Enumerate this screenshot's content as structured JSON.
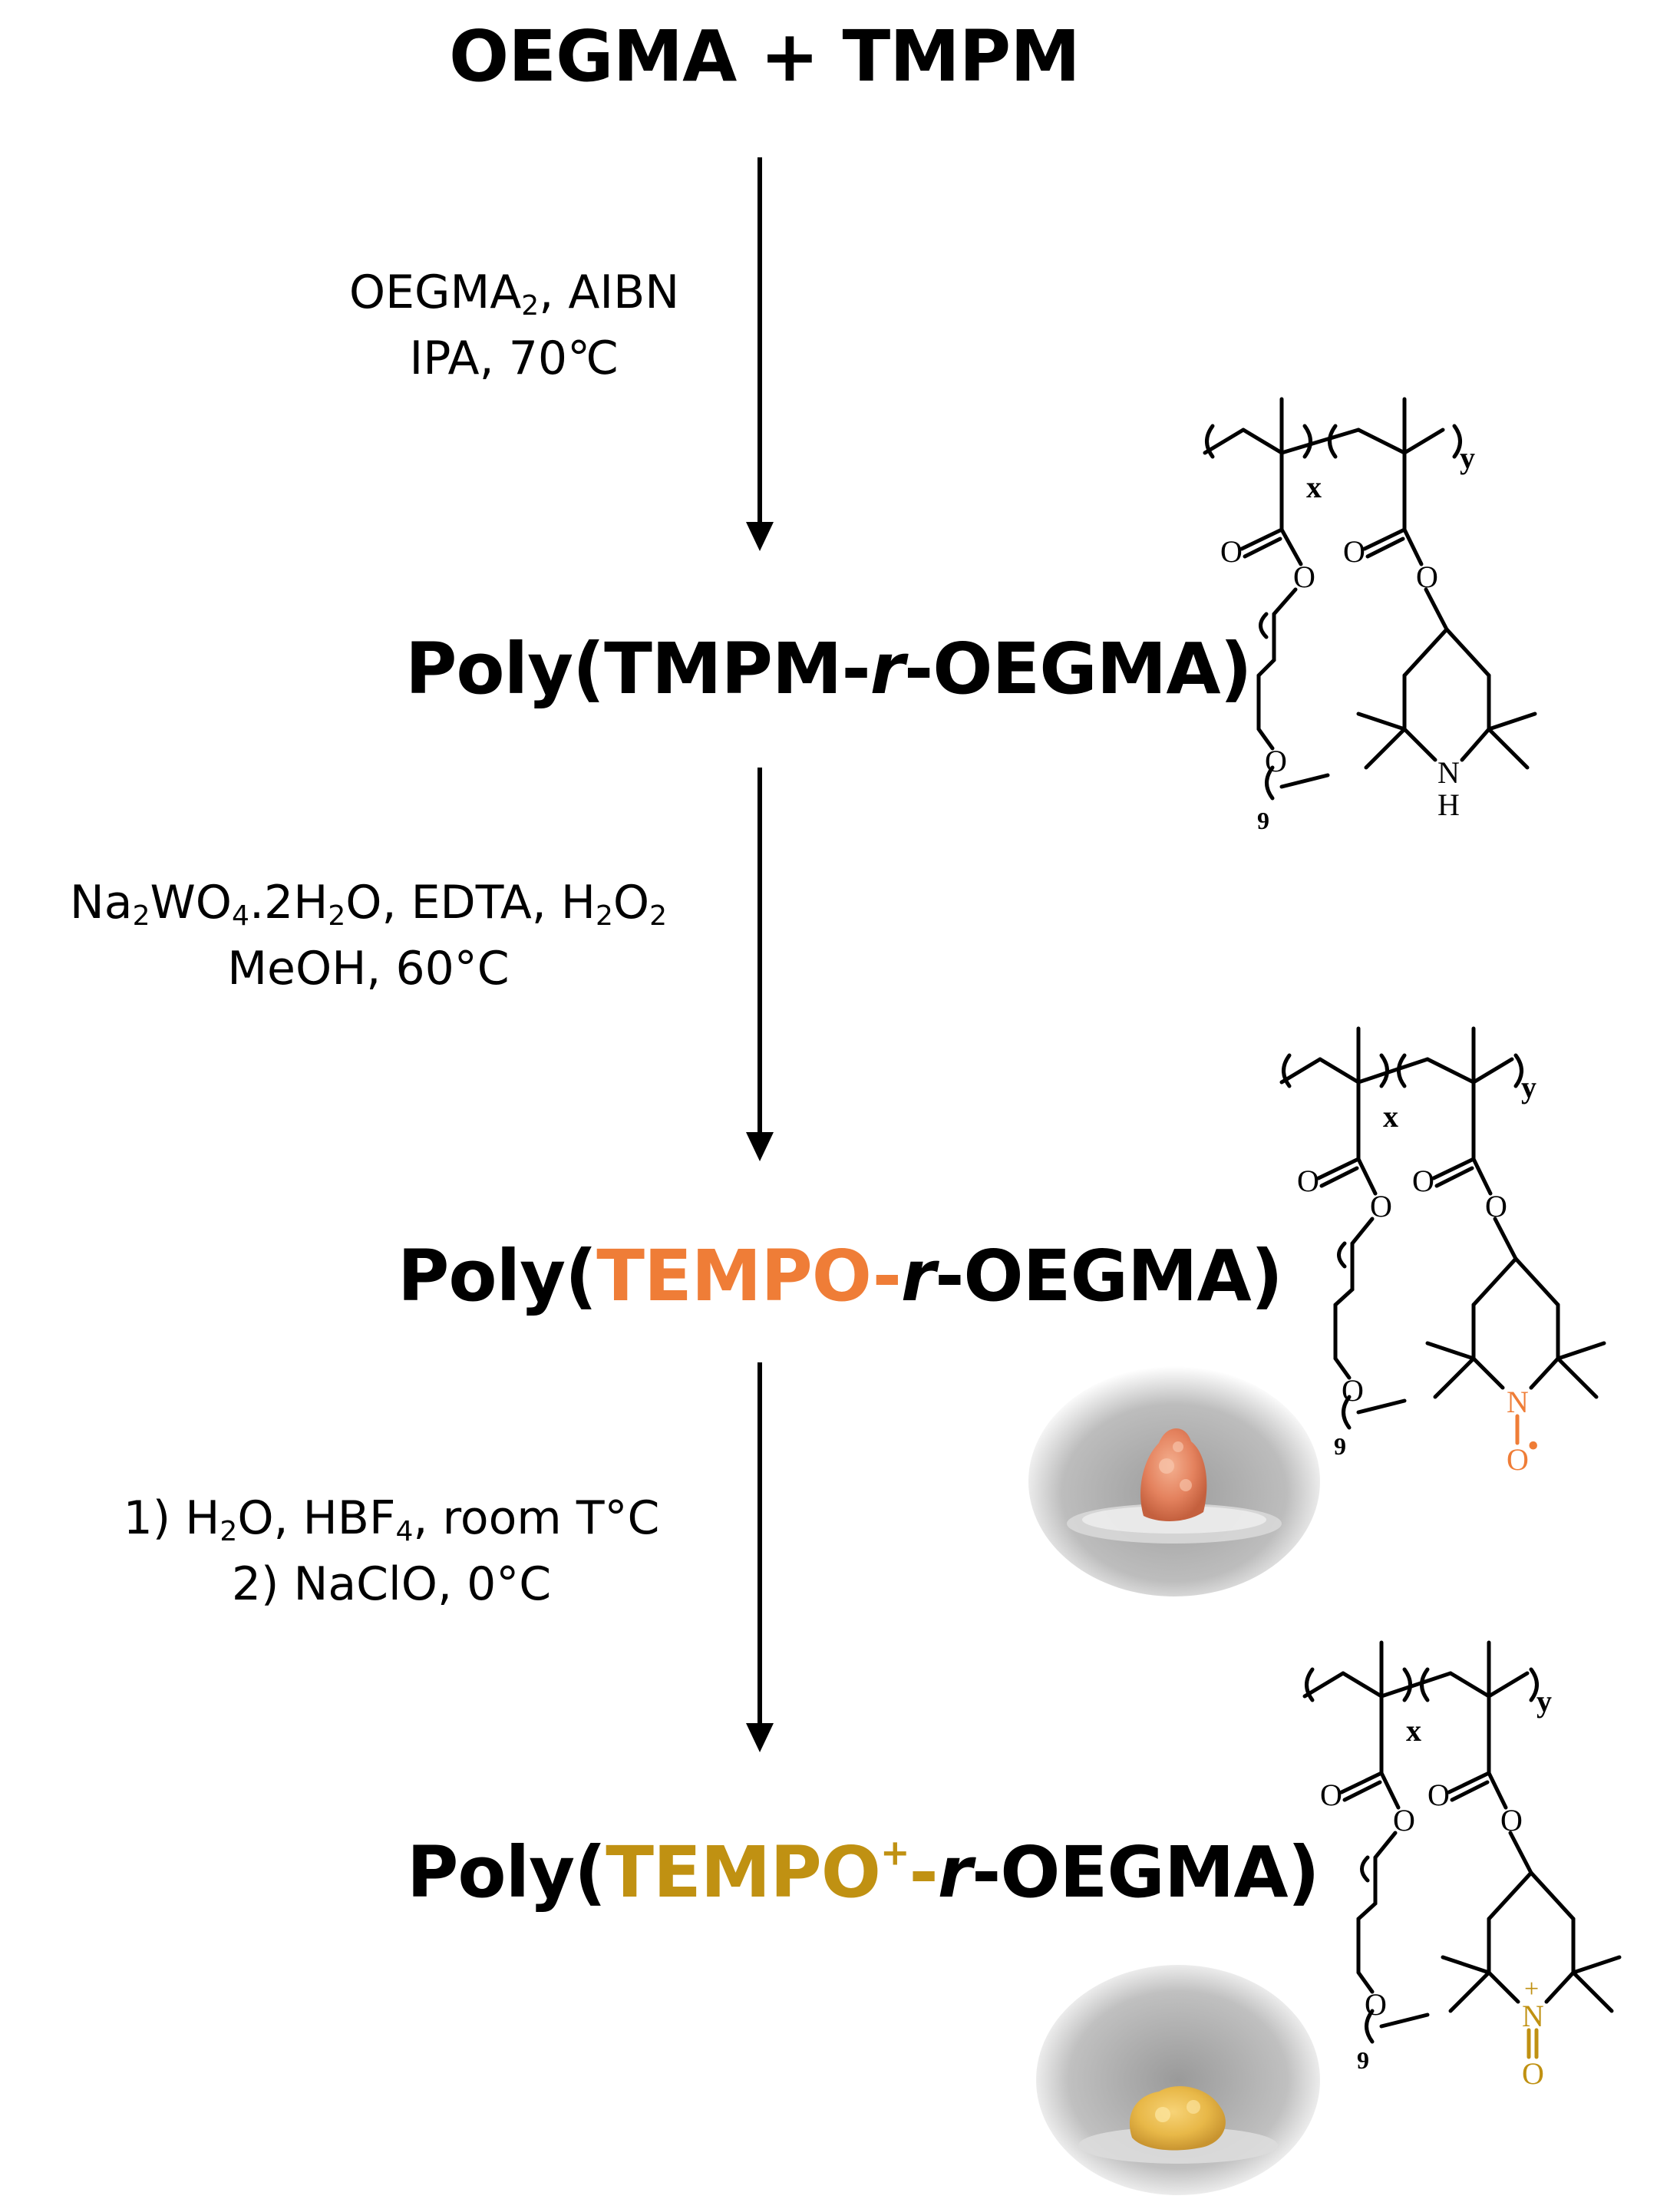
{
  "steps": {
    "start": {
      "text": "OEGMA + TMPM"
    },
    "product1": {
      "prefix": "Poly(TMPM-",
      "r": "r",
      "suffix": "-OEGMA)"
    },
    "product2": {
      "prefix": "Poly(",
      "highlight": "TEMPO",
      "dash": "-",
      "r": "r",
      "suffix": "-OEGMA)"
    },
    "product3": {
      "prefix": "Poly(",
      "highlight": "TEMPO",
      "plus": "+",
      "dash": "-",
      "r": "r",
      "suffix": "-OEGMA)"
    }
  },
  "conditions": {
    "step1": {
      "line1_a": "OEGMA",
      "line1_sub": "2",
      "line1_b": ", AIBN",
      "line2": "IPA, 70℃"
    },
    "step2": {
      "l1_a": "Na",
      "l1_s1": "2",
      "l1_b": "WO",
      "l1_s2": "4",
      "l1_c": ".2H",
      "l1_s3": "2",
      "l1_d": "O, EDTA, H",
      "l1_s4": "2",
      "l1_e": "O",
      "l1_s5": "2",
      "line2": "MeOH, 60°C"
    },
    "step3": {
      "l1_a": "1) H",
      "l1_s1": "2",
      "l1_b": "O, HBF",
      "l1_s2": "4",
      "l1_c": ", room T°C",
      "line2": "2) NaClO, 0°C"
    }
  },
  "structure_labels": {
    "x": "x",
    "y": "y",
    "n": "9",
    "O": "O",
    "N": "N",
    "H": "H",
    "radical": "•",
    "plus": "+"
  },
  "colors": {
    "tempo": "#ef7d37",
    "tempoplus": "#c09112",
    "arrow": "#000000"
  }
}
